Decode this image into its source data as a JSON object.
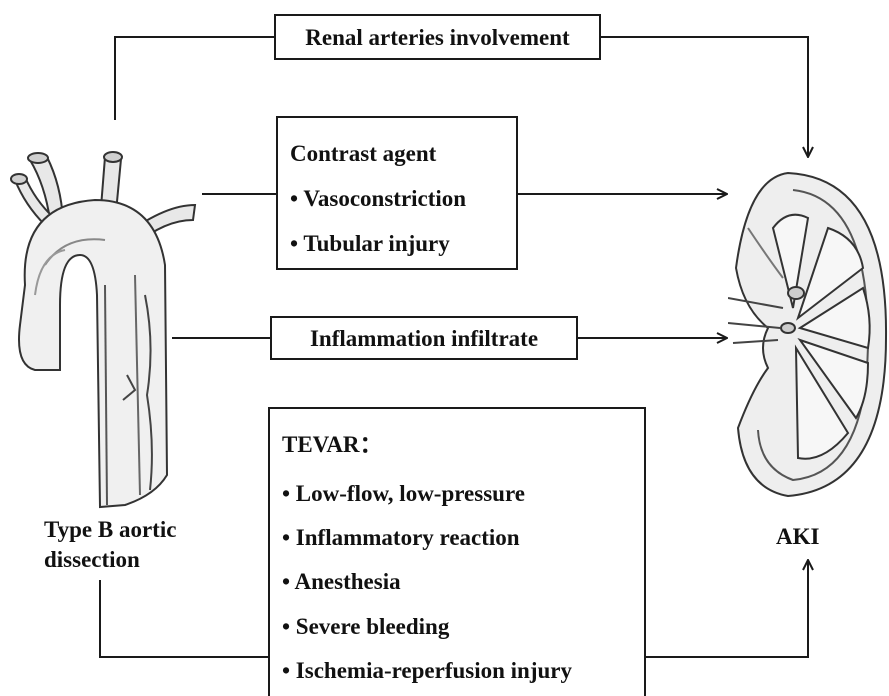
{
  "left_node": {
    "line1": "Type B aortic",
    "line2": "dissection"
  },
  "right_node": {
    "label": "AKI"
  },
  "boxes": {
    "renal": {
      "text": "Renal arteries involvement"
    },
    "contrast": {
      "title": "Contrast agent",
      "items": [
        "• Vasoconstriction",
        "• Tubular injury"
      ]
    },
    "inflammation": {
      "text": "Inflammation infiltrate"
    },
    "tevar": {
      "title": "TEVAR：",
      "items": [
        "• Low-flow, low-pressure",
        "• Inflammatory reaction",
        "• Anesthesia",
        "• Severe bleeding",
        "• Ischemia-reperfusion injury"
      ]
    }
  },
  "illustrations": {
    "left": "aorta-illustration",
    "right": "kidney-illustration"
  }
}
